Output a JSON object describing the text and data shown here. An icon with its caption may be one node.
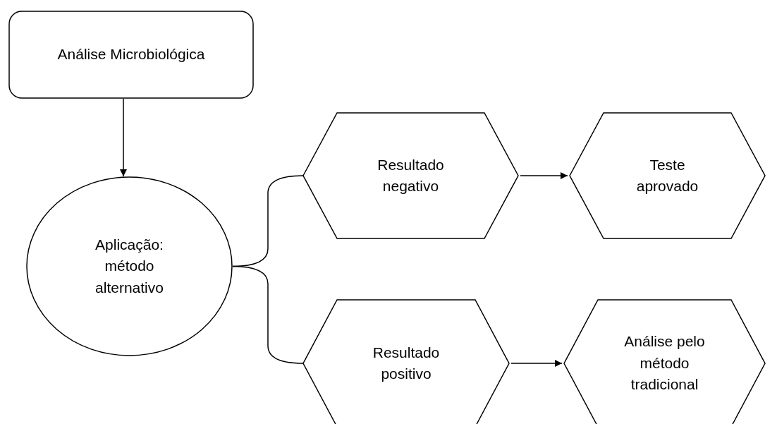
{
  "diagram": {
    "nodes": [
      {
        "text": [
          "Análise Microbiológica"
        ]
      },
      {
        "text": [
          "Aplicação: método alternativo"
        ]
      },
      {
        "text": [
          "Resultado negativo"
        ]
      },
      {
        "text": [
          "Teste aprovado"
        ]
      },
      {
        "text": [
          "Resultado positivo"
        ]
      },
      {
        "text": [
          "Análise pelo método tradicional"
        ]
      }
    ],
    "edges": [
      {
        "from": 0,
        "to": 1,
        "arrow": "to"
      },
      {
        "from": 1,
        "to": 2,
        "arrow": "none"
      },
      {
        "from": 1,
        "to": 4,
        "arrow": "none"
      },
      {
        "from": 2,
        "to": 3,
        "arrow": "to"
      },
      {
        "from": 4,
        "to": 5,
        "arrow": "to"
      }
    ]
  }
}
